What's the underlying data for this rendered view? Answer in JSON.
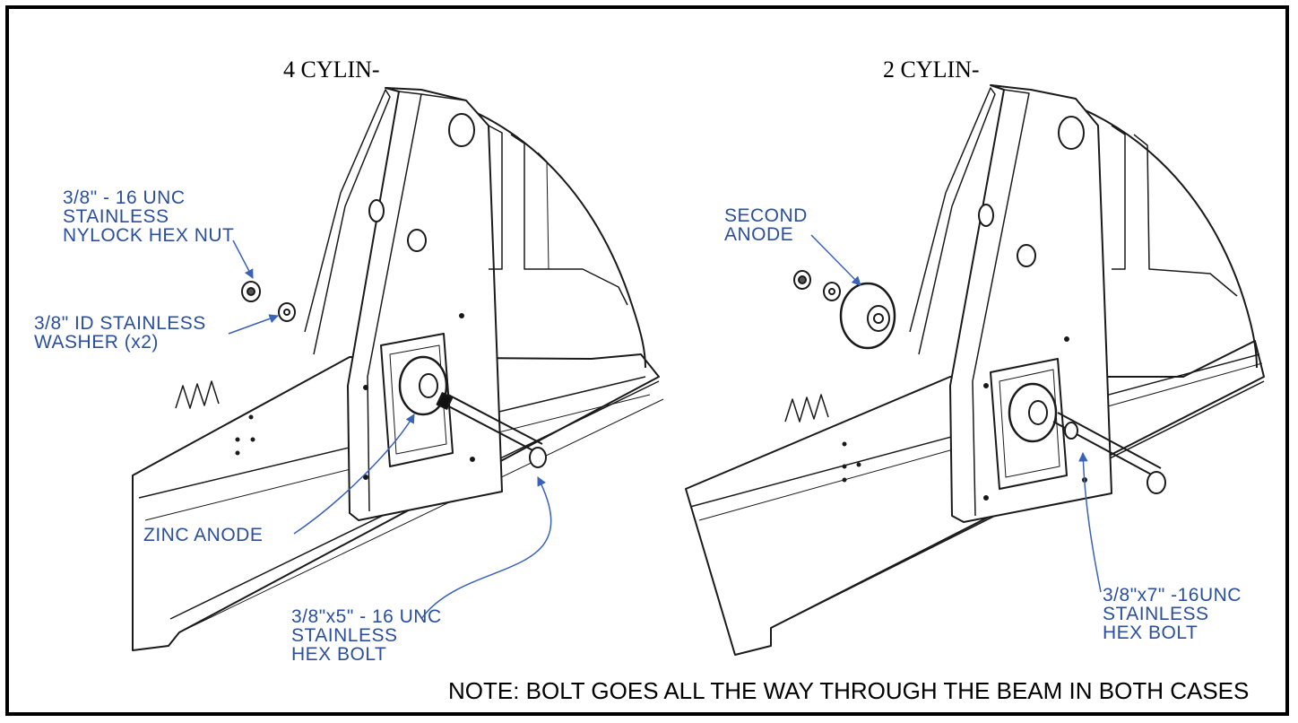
{
  "left_view": {
    "title": "4 CYLIN-",
    "labels": {
      "nut": "3/8\" - 16 UNC\nSTAINLESS\nNYLOCK HEX NUT",
      "washer": "3/8\" ID STAINLESS\nWASHER (x2)",
      "anode": "ZINC ANODE",
      "bolt": "3/8\"x5\" - 16 UNC\nSTAINLESS\nHEX BOLT"
    }
  },
  "right_view": {
    "title": "2 CYLIN-",
    "labels": {
      "anode": "SECOND\nANODE",
      "bolt": "3/8\"x7\" -16UNC\nSTAINLESS\nHEX BOLT"
    }
  },
  "note": "NOTE: BOLT GOES ALL THE WAY THROUGH THE BEAM IN BOTH CASES",
  "colors": {
    "label": "#2a4f9e",
    "line": "#1a1a1a",
    "leader": "#3a62b8"
  }
}
